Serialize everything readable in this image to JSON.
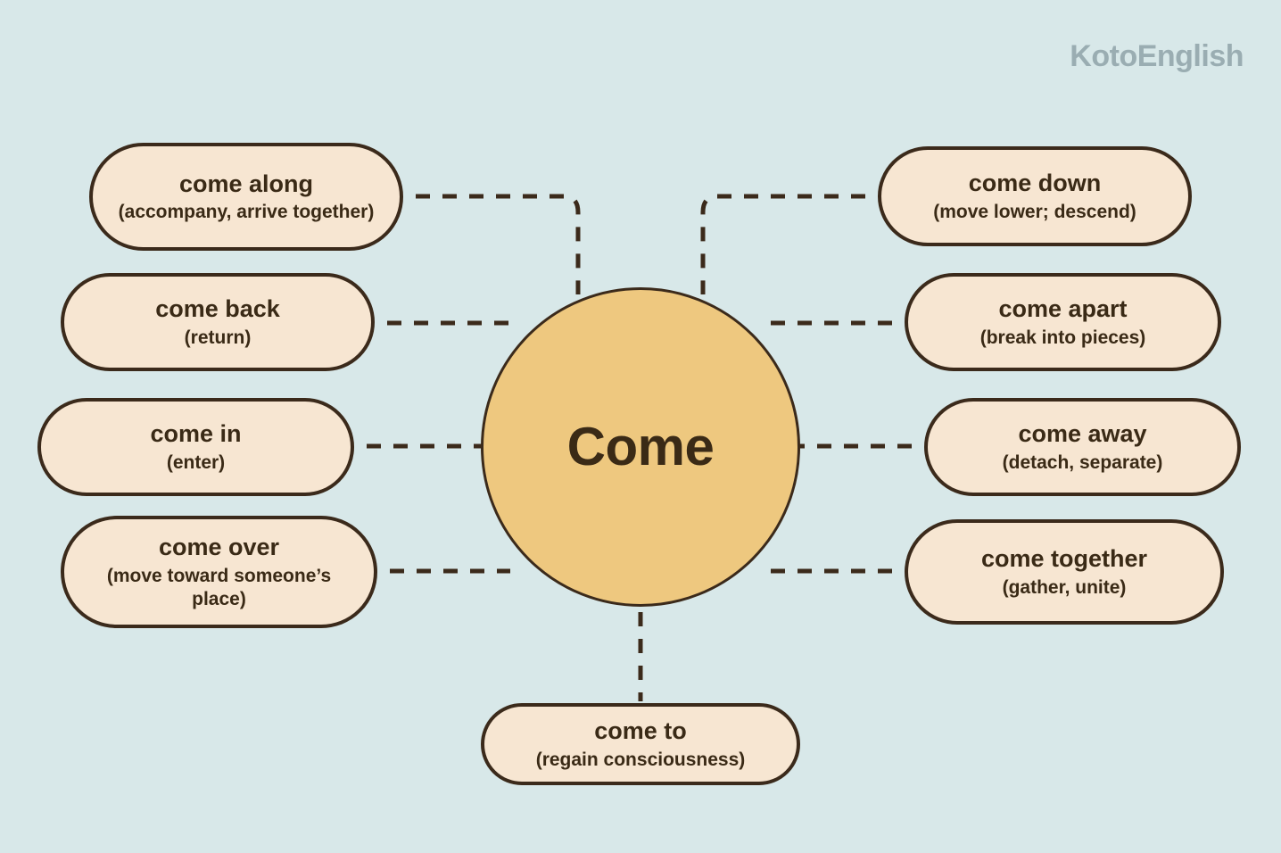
{
  "brand": {
    "name": "KotoEnglish",
    "color": "#9aadb2"
  },
  "theme": {
    "background": "#d8e8e9",
    "node_fill": "#eec87f",
    "pill_fill": "#f7e6d2",
    "outline": "#3b2a1b",
    "text": "#3a2a16"
  },
  "center": {
    "label": "Come"
  },
  "nodes": [
    {
      "id": "come-along",
      "term": "come along",
      "gloss": "(accompany, arrive together)",
      "side": "left",
      "connector": "elbow"
    },
    {
      "id": "come-back",
      "term": "come back",
      "gloss": "(return)",
      "side": "left",
      "connector": "straight"
    },
    {
      "id": "come-in",
      "term": "come in",
      "gloss": "(enter)",
      "side": "left",
      "connector": "straight"
    },
    {
      "id": "come-over",
      "term": "come over",
      "gloss": "(move toward someone’s place)",
      "side": "left",
      "connector": "straight"
    },
    {
      "id": "come-down",
      "term": "come down",
      "gloss": "(move lower; descend)",
      "side": "right",
      "connector": "elbow"
    },
    {
      "id": "come-apart",
      "term": "come apart",
      "gloss": "(break into pieces)",
      "side": "right",
      "connector": "straight"
    },
    {
      "id": "come-away",
      "term": "come away",
      "gloss": "(detach, separate)",
      "side": "right",
      "connector": "straight"
    },
    {
      "id": "come-together",
      "term": "come together",
      "gloss": "(gather, unite)",
      "side": "right",
      "connector": "straight"
    },
    {
      "id": "come-to",
      "term": "come to",
      "gloss": "(regain consciousness)",
      "side": "bottom",
      "connector": "vertical"
    }
  ]
}
